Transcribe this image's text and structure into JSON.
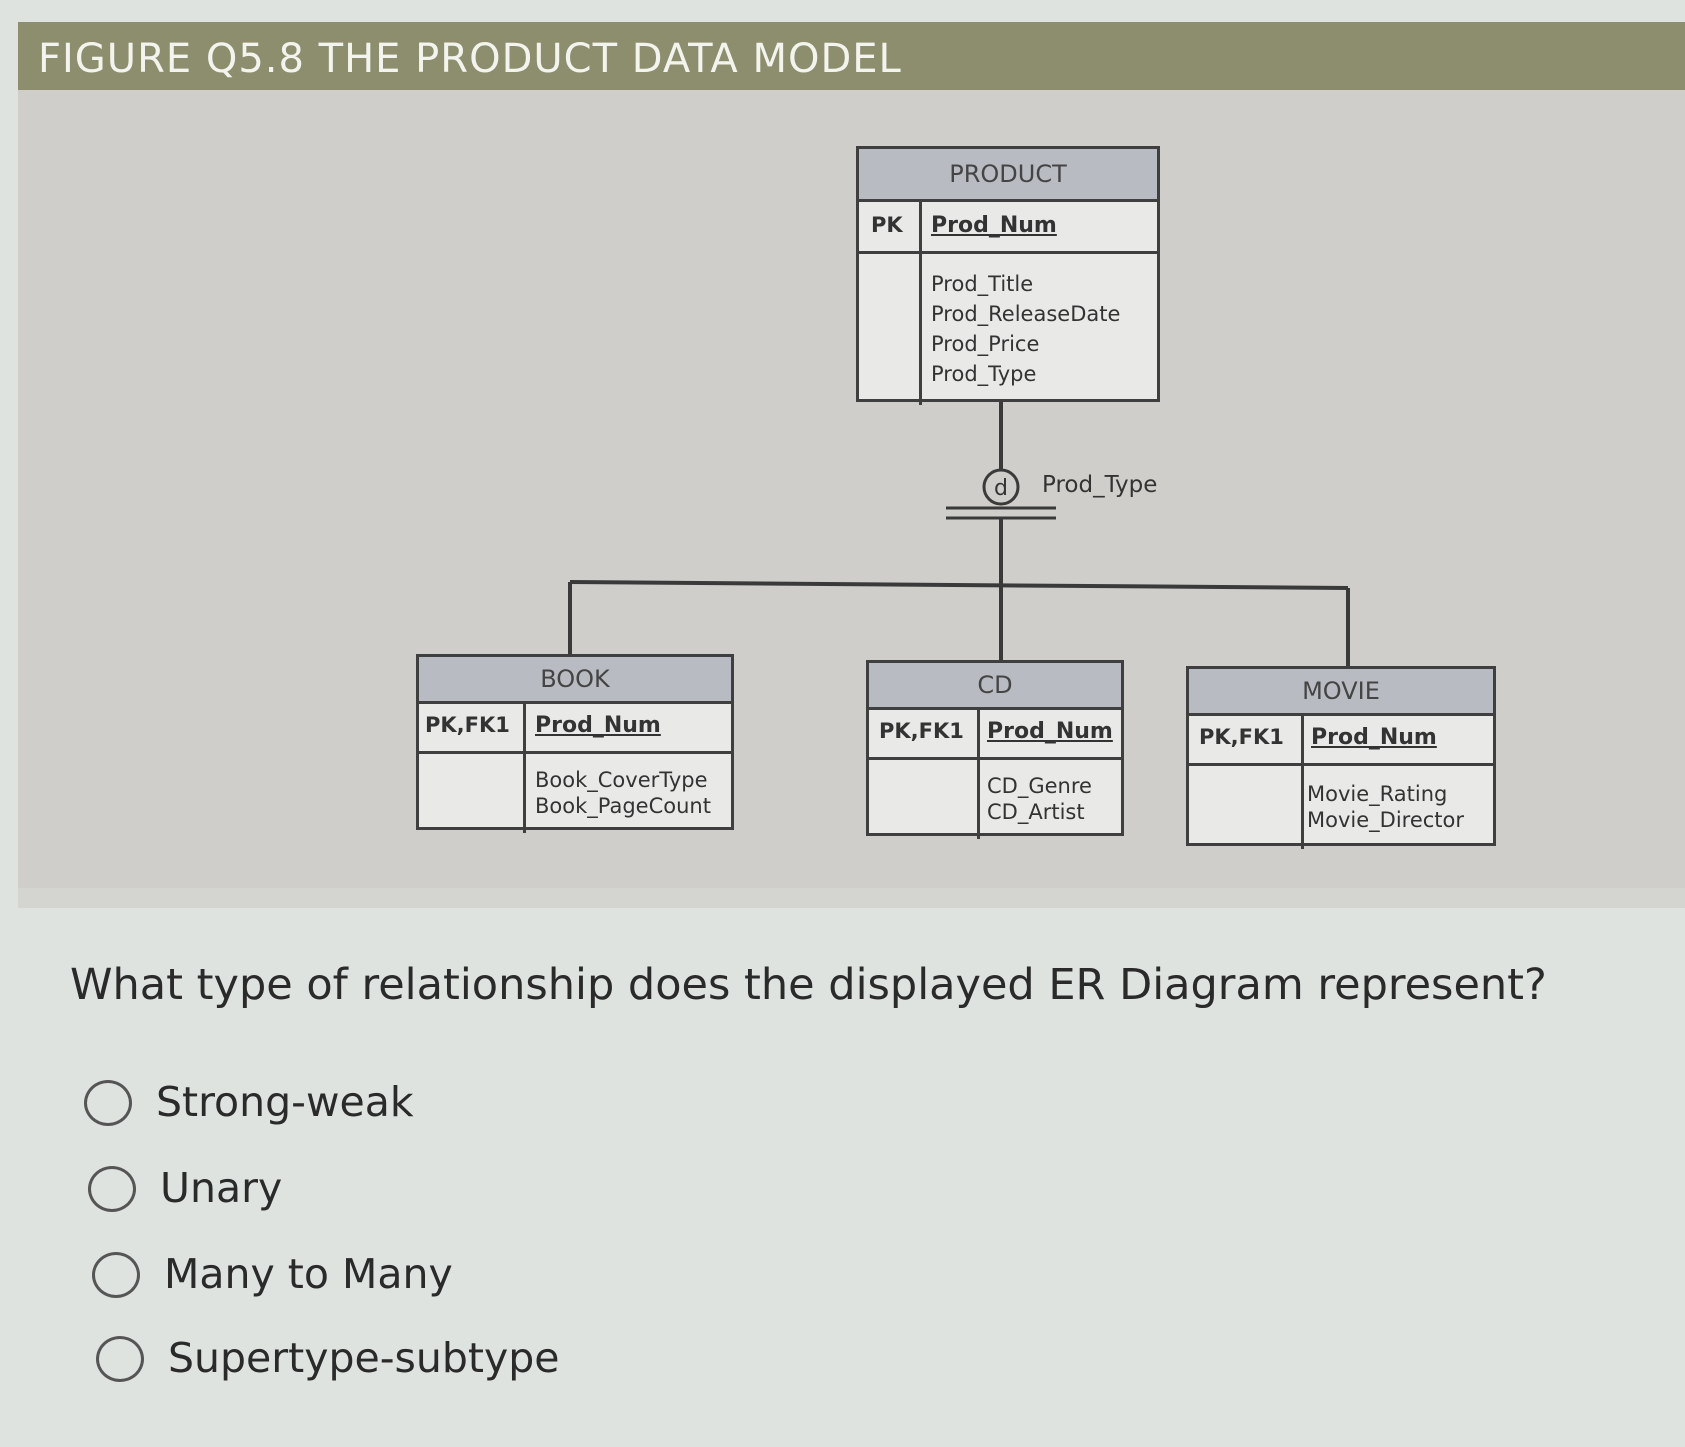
{
  "figure": {
    "title": "FIGURE Q5.8 THE PRODUCT DATA MODEL"
  },
  "diagram": {
    "supertype": {
      "name": "PRODUCT",
      "key_label": "PK",
      "key_attr": "Prod_Num",
      "attributes": [
        "Prod_Title",
        "Prod_ReleaseDate",
        "Prod_Price",
        "Prod_Type"
      ]
    },
    "discriminator": {
      "symbol": "d",
      "label": "Prod_Type"
    },
    "subtypes": [
      {
        "name": "BOOK",
        "key_label": "PK,FK1",
        "key_attr": "Prod_Num",
        "attributes": [
          "Book_CoverType",
          "Book_PageCount"
        ]
      },
      {
        "name": "CD",
        "key_label": "PK,FK1",
        "key_attr": "Prod_Num",
        "attributes": [
          "CD_Genre",
          "CD_Artist"
        ]
      },
      {
        "name": "MOVIE",
        "key_label": "PK,FK1",
        "key_attr": "Prod_Num",
        "attributes": [
          "Movie_Rating",
          "Movie_Director"
        ]
      }
    ]
  },
  "question": {
    "text": "What type of relationship does the displayed ER Diagram represent?",
    "options": [
      "Strong-weak",
      "Unary",
      "Many to Many",
      "Supertype-subtype"
    ]
  }
}
